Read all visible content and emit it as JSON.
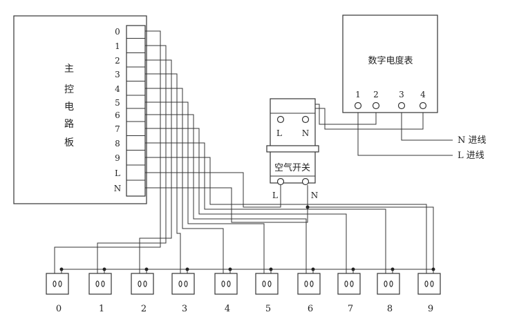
{
  "main_board": {
    "label_chars": [
      "主",
      "控",
      "电",
      "路",
      "板"
    ]
  },
  "terminals": [
    "0",
    "1",
    "2",
    "3",
    "4",
    "5",
    "6",
    "7",
    "8",
    "9",
    "L",
    "N"
  ],
  "meter": {
    "title": "数字电度表",
    "terminals": [
      "1",
      "2",
      "3",
      "4"
    ]
  },
  "breaker": {
    "title": "空气开关",
    "top_labels": [
      "L",
      "N"
    ],
    "bottom_labels": [
      "L",
      "N"
    ]
  },
  "incoming": {
    "n_line": "N 进线",
    "l_line": "L 进线"
  },
  "outlets": [
    "0",
    "1",
    "2",
    "3",
    "4",
    "5",
    "6",
    "7",
    "8",
    "9"
  ]
}
